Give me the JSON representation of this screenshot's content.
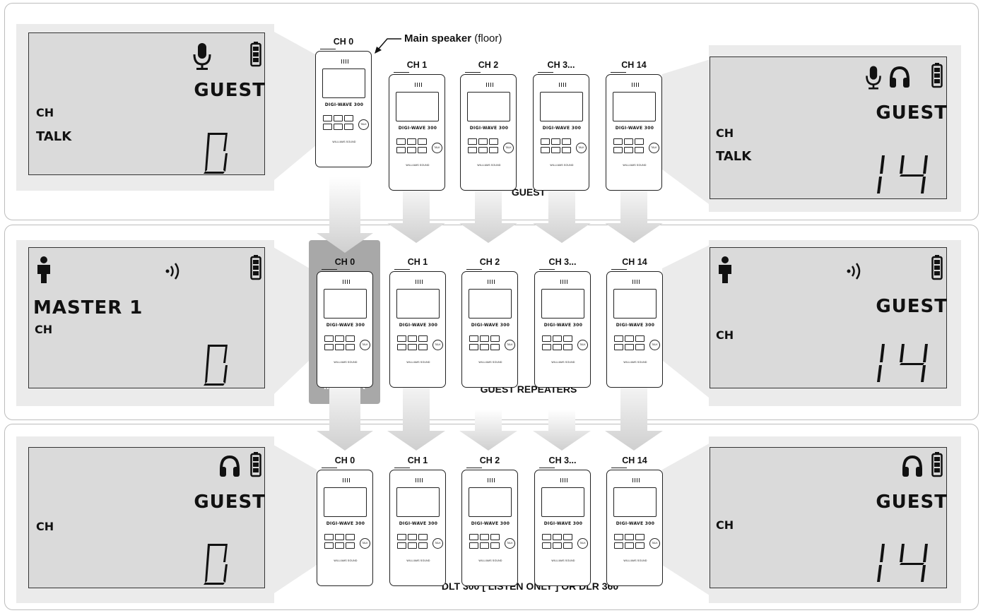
{
  "annotation": {
    "bold": "Main speaker",
    "rest": "(floor)"
  },
  "rows": [
    {
      "channels": [
        "CH 0",
        "CH 1",
        "CH 2",
        "CH 3...",
        "CH 14"
      ],
      "label": "GUEST",
      "left_lcd": {
        "top": "GUEST",
        "ch": "CH",
        "mode": "TALK",
        "digit": "0",
        "icons": [
          "microphone-icon",
          "battery-icon"
        ]
      },
      "right_lcd": {
        "top": "GUEST",
        "ch": "CH",
        "mode": "TALK",
        "digit": "14",
        "icons": [
          "microphone-icon",
          "headphones-icon",
          "battery-icon"
        ]
      }
    },
    {
      "channels": [
        "CH 0",
        "CH 1",
        "CH 2",
        "CH 3...",
        "CH 14"
      ],
      "label": "GUEST REPEATERS",
      "master_label": "MASTER",
      "left_lcd": {
        "top": "MASTER 1",
        "ch": "CH",
        "digit": "0",
        "icons": [
          "person-icon",
          "wireless-icon",
          "battery-icon"
        ]
      },
      "right_lcd": {
        "top": "GUEST",
        "ch": "CH",
        "digit": "14",
        "icons": [
          "person-icon",
          "wireless-icon",
          "battery-icon"
        ]
      }
    },
    {
      "channels": [
        "CH 0",
        "CH 1",
        "CH 2",
        "CH 3...",
        "CH 14"
      ],
      "label": "DLT 300 [ LISTEN ONLY ] OR DLR 360",
      "left_lcd": {
        "top": "GUEST",
        "ch": "CH",
        "digit": "0",
        "icons": [
          "headphones-icon",
          "battery-icon"
        ]
      },
      "right_lcd": {
        "top": "GUEST",
        "ch": "CH",
        "digit": "14",
        "icons": [
          "headphones-icon",
          "battery-icon"
        ]
      }
    }
  ],
  "device": {
    "brand": "DIGI-WAVE 300",
    "talk": "TALK",
    "logo": "WILLIAMS SOUND"
  }
}
